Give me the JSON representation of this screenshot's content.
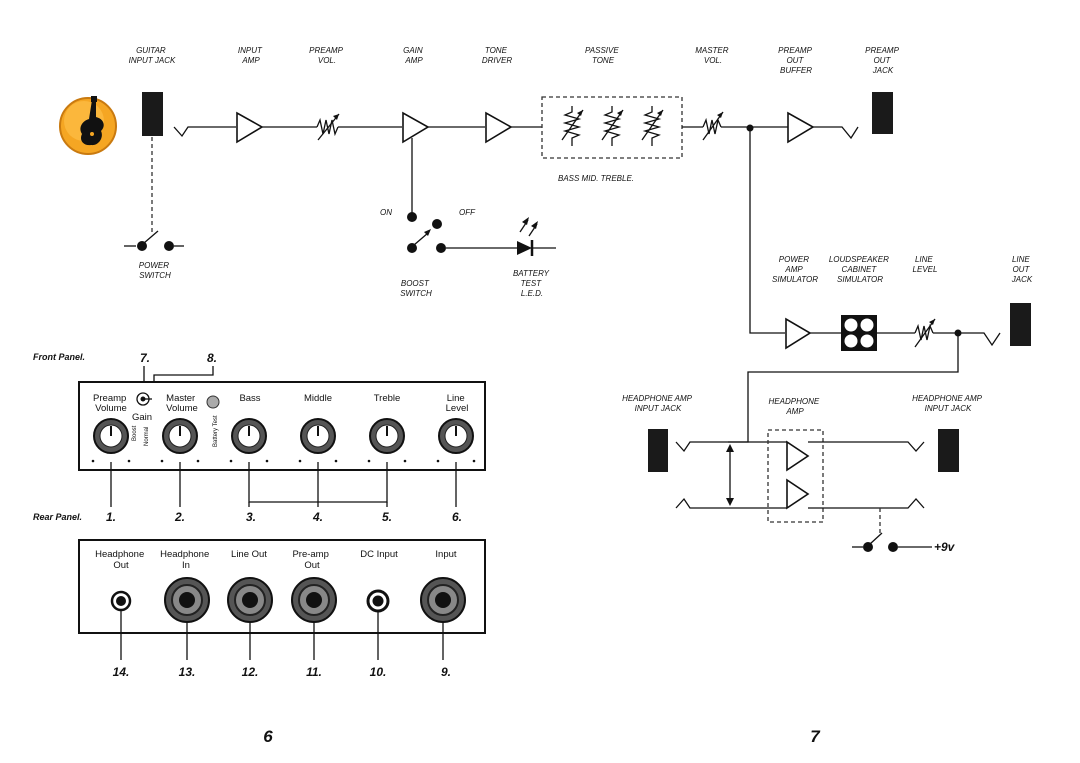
{
  "schematic": {
    "labels": {
      "guitar_input_jack": [
        "GUITAR",
        "INPUT JACK"
      ],
      "input_amp": [
        "INPUT",
        "AMP"
      ],
      "preamp_vol": [
        "PREAMP",
        "VOL."
      ],
      "gain_amp": [
        "GAIN",
        "AMP"
      ],
      "tone_driver": [
        "TONE",
        "DRIVER"
      ],
      "passive_tone": [
        "PASSIVE",
        "TONE"
      ],
      "master_vol": [
        "MASTER",
        "VOL."
      ],
      "preamp_out_buffer": [
        "PREAMP",
        "OUT",
        "BUFFER"
      ],
      "preamp_out_jack": [
        "PREAMP",
        "OUT",
        "JACK"
      ],
      "bass_mid_treble": "BASS  MID.  TREBLE.",
      "on": "ON",
      "off": "OFF",
      "power_switch": [
        "POWER",
        "SWITCH"
      ],
      "boost_switch": [
        "BOOST",
        "SWITCH"
      ],
      "battery_test_led": [
        "BATTERY",
        "TEST",
        "L.E.D."
      ],
      "power_amp_simulator": [
        "POWER",
        "AMP",
        "SIMULATOR"
      ],
      "loudspeaker_cabinet_simulator": [
        "LOUDSPEAKER",
        "CABINET",
        "SIMULATOR"
      ],
      "line_level": [
        "LINE",
        "LEVEL"
      ],
      "line_out_jack": [
        "LINE",
        "OUT",
        "JACK"
      ],
      "headphone_amp_input_jack_left": [
        "HEADPHONE AMP",
        "INPUT JACK"
      ],
      "headphone_amp": [
        "HEADPHONE",
        "AMP"
      ],
      "headphone_amp_input_jack_right": [
        "HEADPHONE AMP",
        "INPUT JACK"
      ],
      "supply": "+9v"
    }
  },
  "front_panel": {
    "title": "Front Panel.",
    "callout_7": "7.",
    "callout_8": "8.",
    "knobs": [
      {
        "label": [
          "Preamp",
          "Volume"
        ]
      },
      {
        "label": [
          "Master",
          "Volume"
        ]
      },
      {
        "label": [
          "Bass"
        ]
      },
      {
        "label": [
          "Middle"
        ]
      },
      {
        "label": [
          "Treble"
        ]
      },
      {
        "label": [
          "Line",
          "Level"
        ]
      }
    ],
    "gain_label": "Gain",
    "boost_label": "Boost",
    "normal_label": "Normal",
    "battery_test_label": "Battery Test",
    "numbers": [
      "1.",
      "2.",
      "3.",
      "4.",
      "5.",
      "6."
    ]
  },
  "rear_panel": {
    "title": "Rear Panel.",
    "jacks": [
      {
        "label": [
          "Headphone",
          "Out"
        ],
        "num": "14."
      },
      {
        "label": [
          "Headphone",
          "In"
        ],
        "num": "13."
      },
      {
        "label": [
          "Line Out",
          ""
        ],
        "num": "12."
      },
      {
        "label": [
          "Pre-amp",
          "Out"
        ],
        "num": "11."
      },
      {
        "label": [
          "DC Input",
          ""
        ],
        "num": "10."
      },
      {
        "label": [
          "Input",
          ""
        ],
        "num": "9."
      }
    ]
  },
  "page_numbers": {
    "left": "6",
    "right": "7"
  }
}
